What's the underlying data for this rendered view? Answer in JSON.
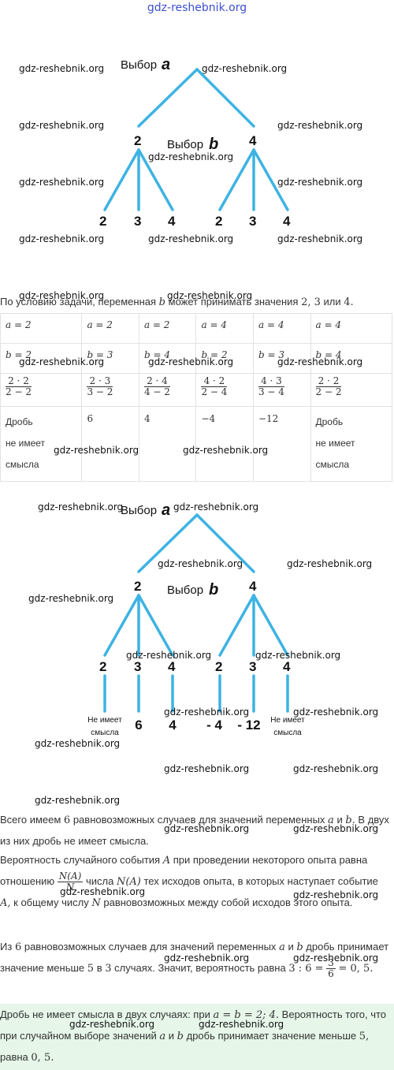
{
  "watermark": {
    "top": "gdz-reshebnik.org",
    "text": "gdz-reshebnik.org"
  },
  "tree": {
    "choose_a": "Выбор",
    "var_a": "a",
    "choose_b": "Выбор",
    "var_b": "b",
    "level1": [
      "2",
      "4"
    ],
    "level2": [
      "2",
      "3",
      "4",
      "2",
      "3",
      "4"
    ]
  },
  "intro": {
    "text_before": "По условию задачи, переменная",
    "var": "b",
    "text_middle": "может принимать значения",
    "values": "2, 3",
    "text_or": "или",
    "last": "4."
  },
  "table": {
    "row_a": [
      "a = 2",
      "a = 2",
      "a = 2",
      "a = 4",
      "a = 4",
      "a = 4"
    ],
    "row_b": [
      "b = 2",
      "b = 3",
      "b = 4",
      "b = 2",
      "b = 3",
      "b = 4"
    ],
    "numerators": [
      "2 · 2",
      "2 · 3",
      "2 · 4",
      "4 · 2",
      "4 · 3",
      "2 · 2"
    ],
    "denominators": [
      "2 − 2",
      "3 − 2",
      "4 − 2",
      "2 − 4",
      "3 − 4",
      "2 − 2"
    ],
    "results": [
      "",
      "6",
      "4",
      "−4",
      "−12",
      ""
    ],
    "no_meaning_line1": "Дробь",
    "no_meaning_line2": "не имеет",
    "no_meaning_line3": "смысла"
  },
  "tree2": {
    "choose_a": "Выбор",
    "var_a": "a",
    "choose_b": "Выбор",
    "var_b": "b",
    "level1": [
      "2",
      "4"
    ],
    "level2": [
      "2",
      "3",
      "4",
      "2",
      "3",
      "4"
    ],
    "results": [
      "6",
      "4",
      "- 4",
      "- 12"
    ],
    "no_meaning_1": "Не имеет",
    "no_meaning_2": "смысла"
  },
  "para1": {
    "t1": "Всего имеем",
    "n": "6",
    "t2": "равновозможных случаев для значений переменных",
    "a": "a",
    "and": "и",
    "b": "b.",
    "t3": "В двух из них дробь не имеет смысла."
  },
  "para2": {
    "t1": "Вероятность случайного события",
    "A": "A",
    "t2": "при проведении некоторого опыта равна отношению",
    "frac_num": "N(A)",
    "frac_den": "N",
    "t3": "числа",
    "NA": "N(A)",
    "t4": "тех исходов опыта, в которых наступает событие",
    "A2": "A,",
    "t5": "к общему числу",
    "N": "N",
    "t6": "равновозможных между собой исходов этого опыта."
  },
  "para3": {
    "t1": "Из",
    "n": "6",
    "t2": "равновозможных случаев для значений переменных",
    "a": "a",
    "and": "и",
    "b": "b",
    "t3": "дробь принимает значение меньше",
    "five": "5",
    "in": "в",
    "three": "3",
    "t4": "случаях. Значит, вероятность равна",
    "ratio": "3 : 6 =",
    "frac_num": "3",
    "frac_den": "6",
    "result": "= 0, 5."
  },
  "answer": {
    "t1": "Дробь не имеет смысла в двух случаях: при",
    "eq": "a = b = 2;  4.",
    "t2": "Вероятность того, что при случайном выборе значений",
    "a": "a",
    "and": "и",
    "b": "b",
    "t3": "дробь принимает значение меньше",
    "five": "5,",
    "t4": "равна",
    "p": "0, 5."
  }
}
